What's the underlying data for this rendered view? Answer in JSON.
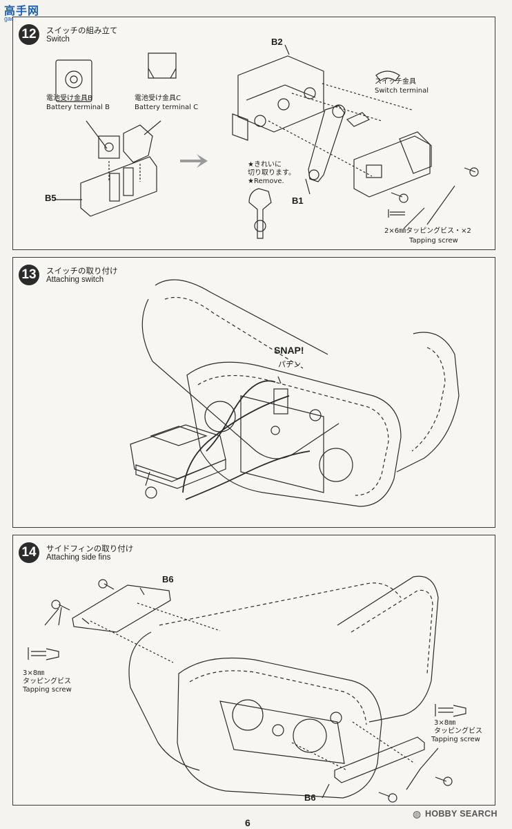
{
  "watermark": {
    "cn": "高手网",
    "url": "gao-shou.com"
  },
  "steps": [
    {
      "num": "12",
      "title_jp": "スイッチの組み立て",
      "title_en": "Switch",
      "labels": {
        "battery_b_jp": "電池受け金具B",
        "battery_b_en": "Battery terminal B",
        "battery_c_jp": "電池受け金具C",
        "battery_c_en": "Battery terminal C",
        "switch_terminal_jp": "スイッチ金具",
        "switch_terminal_en": "Switch terminal",
        "remove_jp_1": "★きれいに",
        "remove_jp_2": "切り取ります。",
        "remove_en": "★Remove.",
        "screw_jp": "2×6㎜タッピングビス・×2",
        "screw_en": "Tapping screw"
      },
      "parts": {
        "b2": "B2",
        "b5": "B5",
        "b1": "B1"
      }
    },
    {
      "num": "13",
      "title_jp": "スイッチの取り付け",
      "title_en": "Attaching switch",
      "snap_en": "SNAP!",
      "snap_jp": "パチン"
    },
    {
      "num": "14",
      "title_jp": "サイドフィンの取り付け",
      "title_en": "Attaching side fins",
      "labels": {
        "screw_size": "3×8㎜",
        "screw_jp": "タッピングビス",
        "screw_en": "Tapping screw"
      },
      "parts": {
        "b6": "B6"
      }
    }
  ],
  "page_number": "6",
  "hobby_search": "HOBBY SEARCH"
}
